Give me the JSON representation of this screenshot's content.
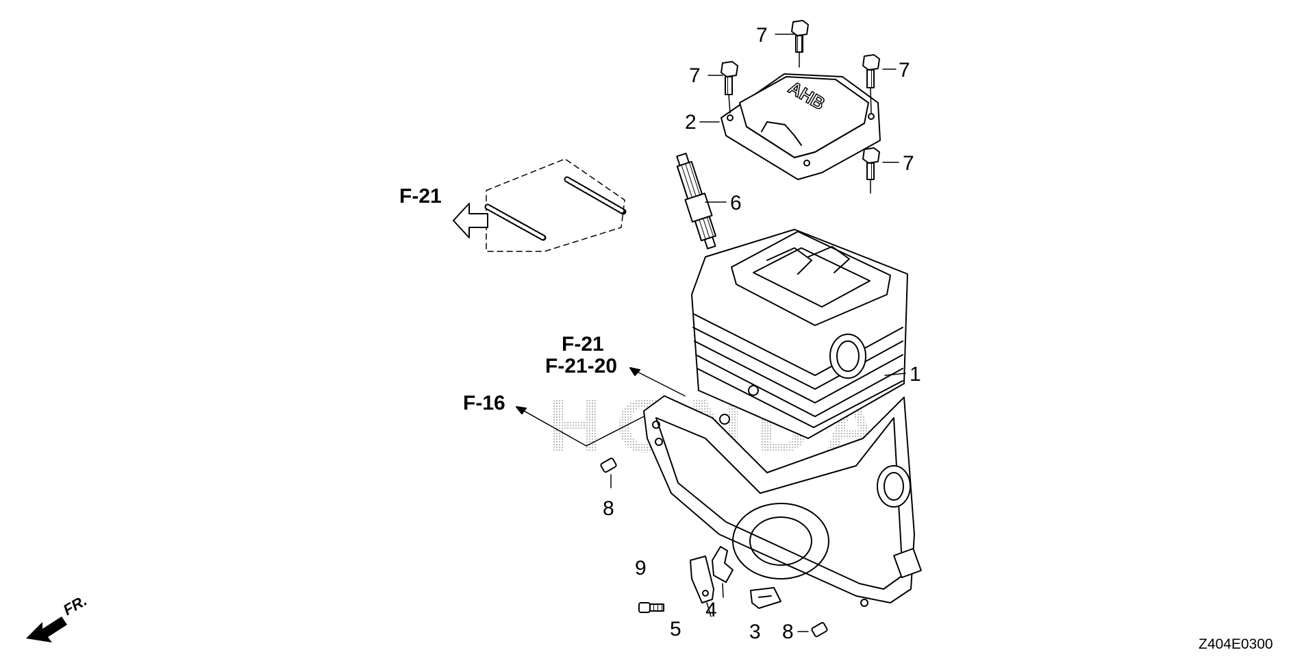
{
  "diagram": {
    "code": "Z404E0300",
    "direction_label": "FR.",
    "watermark_text": "HONDA",
    "cover_logo": "AHB",
    "ref_labels": {
      "top_left": "F-21",
      "center_a": "F-21",
      "center_b": "F-21-20",
      "left": "F-16"
    },
    "part_labels": [
      {
        "id": "p1",
        "text": "1",
        "part": "cylinder"
      },
      {
        "id": "p2",
        "text": "2",
        "part": "head-cover"
      },
      {
        "id": "p3",
        "text": "3",
        "part": "block"
      },
      {
        "id": "p4",
        "text": "4",
        "part": "clip"
      },
      {
        "id": "p5",
        "text": "5",
        "part": "plate"
      },
      {
        "id": "p6",
        "text": "6",
        "part": "spark-plug"
      },
      {
        "id": "p7a",
        "text": "7",
        "part": "bolt"
      },
      {
        "id": "p7b",
        "text": "7",
        "part": "bolt"
      },
      {
        "id": "p7c",
        "text": "7",
        "part": "bolt"
      },
      {
        "id": "p7d",
        "text": "7",
        "part": "bolt"
      },
      {
        "id": "p8a",
        "text": "8",
        "part": "dowel-pin"
      },
      {
        "id": "p8b",
        "text": "8",
        "part": "dowel-pin"
      },
      {
        "id": "p9",
        "text": "9",
        "part": "screw"
      }
    ]
  }
}
